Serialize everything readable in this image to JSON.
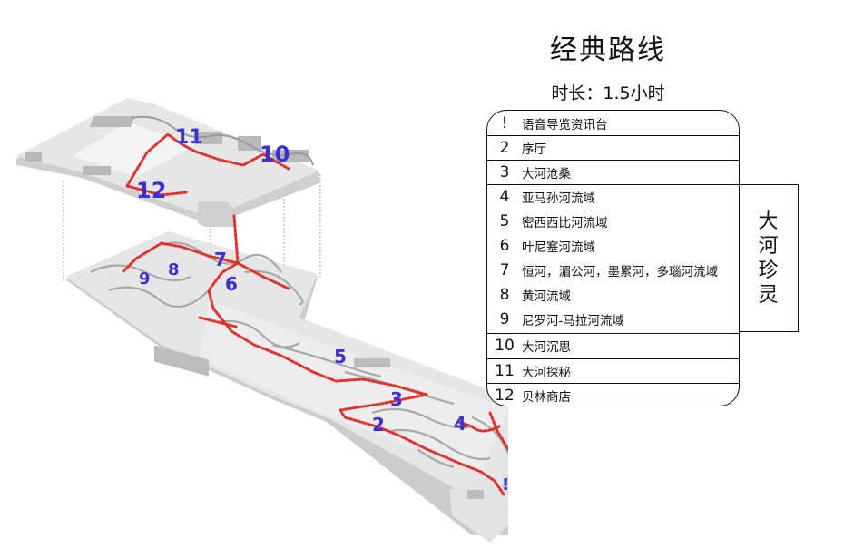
{
  "title": "经典路线",
  "duration": "时长：1.5小时",
  "legend": {
    "items": [
      {
        "num": "!",
        "label": "语音导览资讯台"
      },
      {
        "num": "2",
        "label": "序厅"
      },
      {
        "num": "3",
        "label": "大河沧桑"
      },
      {
        "num": "4",
        "label": "亚马孙河流域"
      },
      {
        "num": "5",
        "label": "密西西比河流域"
      },
      {
        "num": "6",
        "label": "叶尼塞河流域"
      },
      {
        "num": "7",
        "label": "恒河，湄公河，墨累河，多瑙河流域"
      },
      {
        "num": "8",
        "label": "黄河流域"
      },
      {
        "num": "9",
        "label": "尼罗河-马拉河流域"
      },
      {
        "num": "10",
        "label": "大河沉思"
      },
      {
        "num": "11",
        "label": "大河探秘"
      },
      {
        "num": "12",
        "label": "贝林商店"
      }
    ],
    "group_label": "大河珍灵"
  },
  "map": {
    "markers": [
      "!",
      "2",
      "3",
      "4",
      "5",
      "6",
      "7",
      "8",
      "9",
      "10",
      "11",
      "12"
    ],
    "colors": {
      "marker": "#3b2fd6",
      "route": "#e0322a",
      "floor": "#dcdcdc",
      "wall": "#b8b8b8"
    }
  }
}
